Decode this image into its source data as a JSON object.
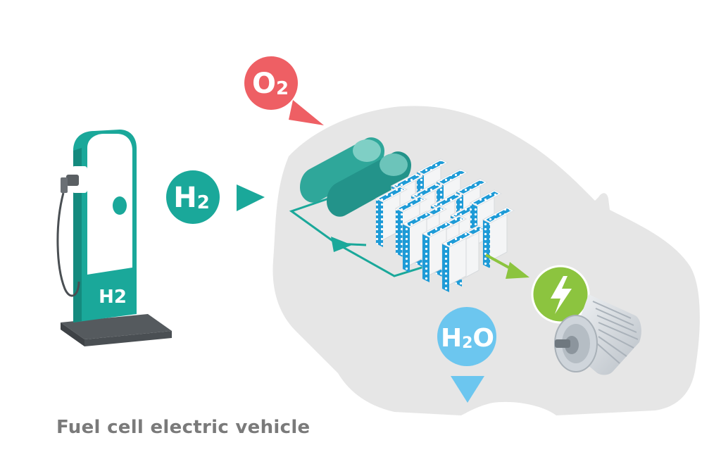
{
  "caption": "Fuel cell electric vehicle",
  "labels": {
    "pump": "H2",
    "hydrogen": {
      "main": "H",
      "sub": "2"
    },
    "oxygen": {
      "main": "O",
      "sub": "2"
    },
    "water": {
      "main": "H",
      "sub": "2",
      "tail": "O"
    }
  },
  "icons": {
    "pump": "hydrogen-pump-icon",
    "tank": "hydrogen-tank-icon",
    "stack": "fuel-cell-stack-icon",
    "power": "lightning-bolt-icon",
    "motor": "electric-motor-icon",
    "car": "car-silhouette"
  },
  "colors": {
    "teal": "#1aa89a",
    "teal_dark": "#148a7e",
    "oxygen_red": "#ee5f64",
    "water_blue": "#6cc6ef",
    "power_green": "#8cc43f",
    "car_gray": "#e6e6e6",
    "caption_gray": "#7a7a7a"
  }
}
